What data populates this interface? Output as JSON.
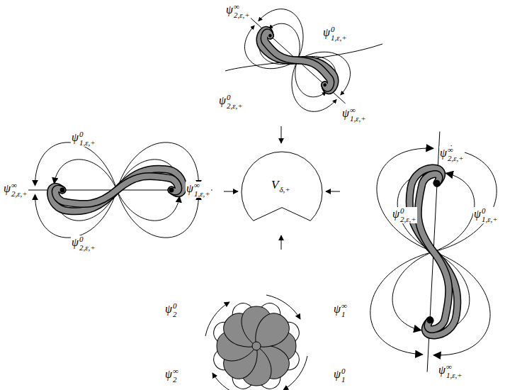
{
  "diagram": {
    "nodes": [
      {
        "text": [
          "Vδ,+"
        ]
      }
    ],
    "labels": [
      "ψ∞2,ε,+",
      "ψ01,ε,+",
      "ψ02,ε,+",
      "ψ∞1,ε,+",
      "ψ01,ε,+",
      "ψ∞2,ε,+",
      "ψ∞1,ε,+",
      "ψ02,ε,+",
      "ψ∞2,ε,+",
      "ψ02,ε,+",
      "ψ01,ε,+",
      "ψ∞1,ε,+",
      "ψ02",
      "ψ∞1",
      "ψ∞2",
      "ψ01"
    ]
  }
}
